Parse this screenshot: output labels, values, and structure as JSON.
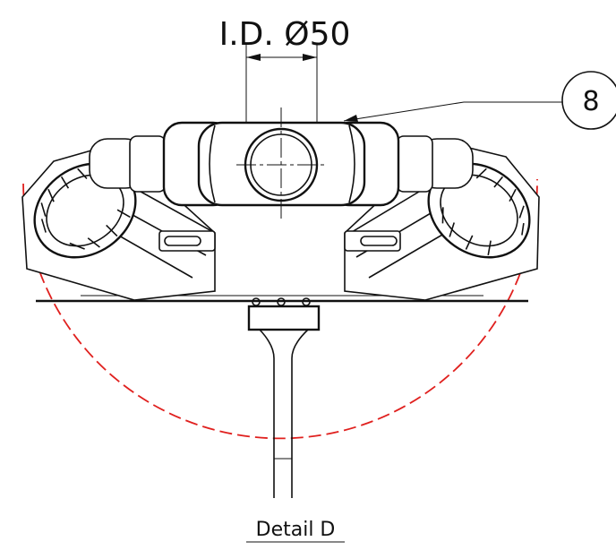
{
  "dimension": {
    "label": "I.D. Ø50"
  },
  "balloon": {
    "number": "8"
  },
  "detail": {
    "title": "Detail D"
  },
  "colors": {
    "line": "#111111",
    "boundary": "#e0201e",
    "background": "#ffffff"
  }
}
